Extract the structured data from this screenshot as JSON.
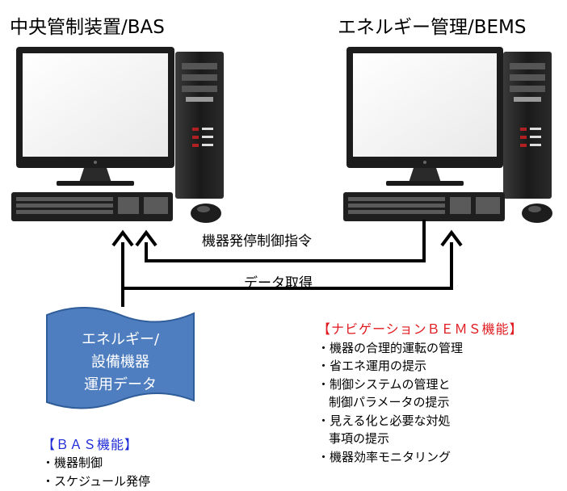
{
  "titles": {
    "left": "中央管制装置/BAS",
    "right": "エネルギー管理/BEMS"
  },
  "arrows": {
    "control_label": "機器発停制御指令",
    "data_label": "データ取得"
  },
  "document": {
    "lines": [
      "エネルギー/",
      "設備機器",
      "運用データ"
    ]
  },
  "bas_panel": {
    "heading": "【ＢＡＳ機能】",
    "items": [
      "・機器制御",
      "・スケジュール発停"
    ]
  },
  "bems_panel": {
    "heading": "【ナビゲーションＢＥＭＳ機能】",
    "items": [
      "・機器の合理的運転の管理",
      "・省エネ運用の提示",
      "・制御システムの管理と",
      "制御パラメータの提示",
      "・見える化と必要な対処",
      "事項の提示",
      "・機器効率モニタリング"
    ]
  },
  "colors": {
    "bas_heading": "#1f2bd6",
    "bems_heading": "#e0191e",
    "document_fill": "#4f7ec0",
    "document_border": "#2f5d99"
  }
}
